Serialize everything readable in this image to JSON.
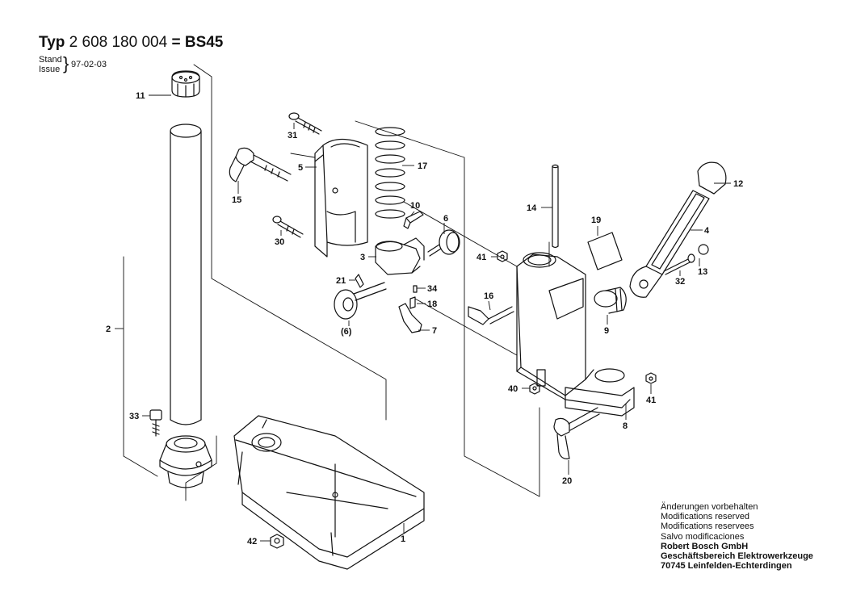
{
  "header": {
    "typ_label": "Typ",
    "part_number": "2 608 180 004",
    "equals": "=",
    "model": "BS45",
    "stand_label": "Stand",
    "issue_label": "Issue",
    "date": "97-02-03"
  },
  "parts": [
    {
      "id": "p1",
      "label": "1"
    },
    {
      "id": "p2",
      "label": "2"
    },
    {
      "id": "p3",
      "label": "3"
    },
    {
      "id": "p4",
      "label": "4"
    },
    {
      "id": "p5",
      "label": "5"
    },
    {
      "id": "p6",
      "label": "6"
    },
    {
      "id": "p6b",
      "label": "(6)"
    },
    {
      "id": "p7",
      "label": "7"
    },
    {
      "id": "p8",
      "label": "8"
    },
    {
      "id": "p9",
      "label": "9"
    },
    {
      "id": "p10",
      "label": "10"
    },
    {
      "id": "p11",
      "label": "11"
    },
    {
      "id": "p12",
      "label": "12"
    },
    {
      "id": "p13",
      "label": "13"
    },
    {
      "id": "p14",
      "label": "14"
    },
    {
      "id": "p15",
      "label": "15"
    },
    {
      "id": "p16",
      "label": "16"
    },
    {
      "id": "p17",
      "label": "17"
    },
    {
      "id": "p18",
      "label": "18"
    },
    {
      "id": "p19",
      "label": "19"
    },
    {
      "id": "p20",
      "label": "20"
    },
    {
      "id": "p21",
      "label": "21"
    },
    {
      "id": "p30",
      "label": "30"
    },
    {
      "id": "p31",
      "label": "31"
    },
    {
      "id": "p32",
      "label": "32"
    },
    {
      "id": "p33",
      "label": "33"
    },
    {
      "id": "p34",
      "label": "34"
    },
    {
      "id": "p40",
      "label": "40"
    },
    {
      "id": "p41a",
      "label": "41"
    },
    {
      "id": "p41b",
      "label": "41"
    },
    {
      "id": "p42",
      "label": "42"
    }
  ],
  "footer": {
    "lines": [
      "Änderungen vorbehalten",
      "Modifications reserved",
      "Modifications reservees",
      "Salvo modificaciones"
    ],
    "company_lines": [
      "Robert Bosch GmbH",
      "Geschäftsbereich Elektrowerkzeuge",
      "70745 Leinfelden-Echterdingen"
    ]
  }
}
